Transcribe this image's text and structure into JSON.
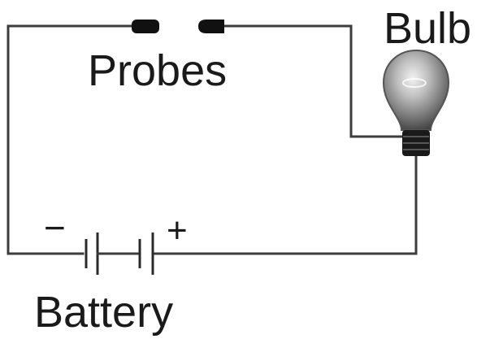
{
  "labels": {
    "probes": "Probes",
    "bulb": "Bulb",
    "battery": "Battery",
    "minus": "−",
    "plus": "+"
  },
  "colors": {
    "wire": "#3c3c3c",
    "probe_tip": "#111111",
    "text": "#1a1a1a",
    "bulb_glass": "#8a8a8a",
    "bulb_base": "#1a1a1a"
  }
}
